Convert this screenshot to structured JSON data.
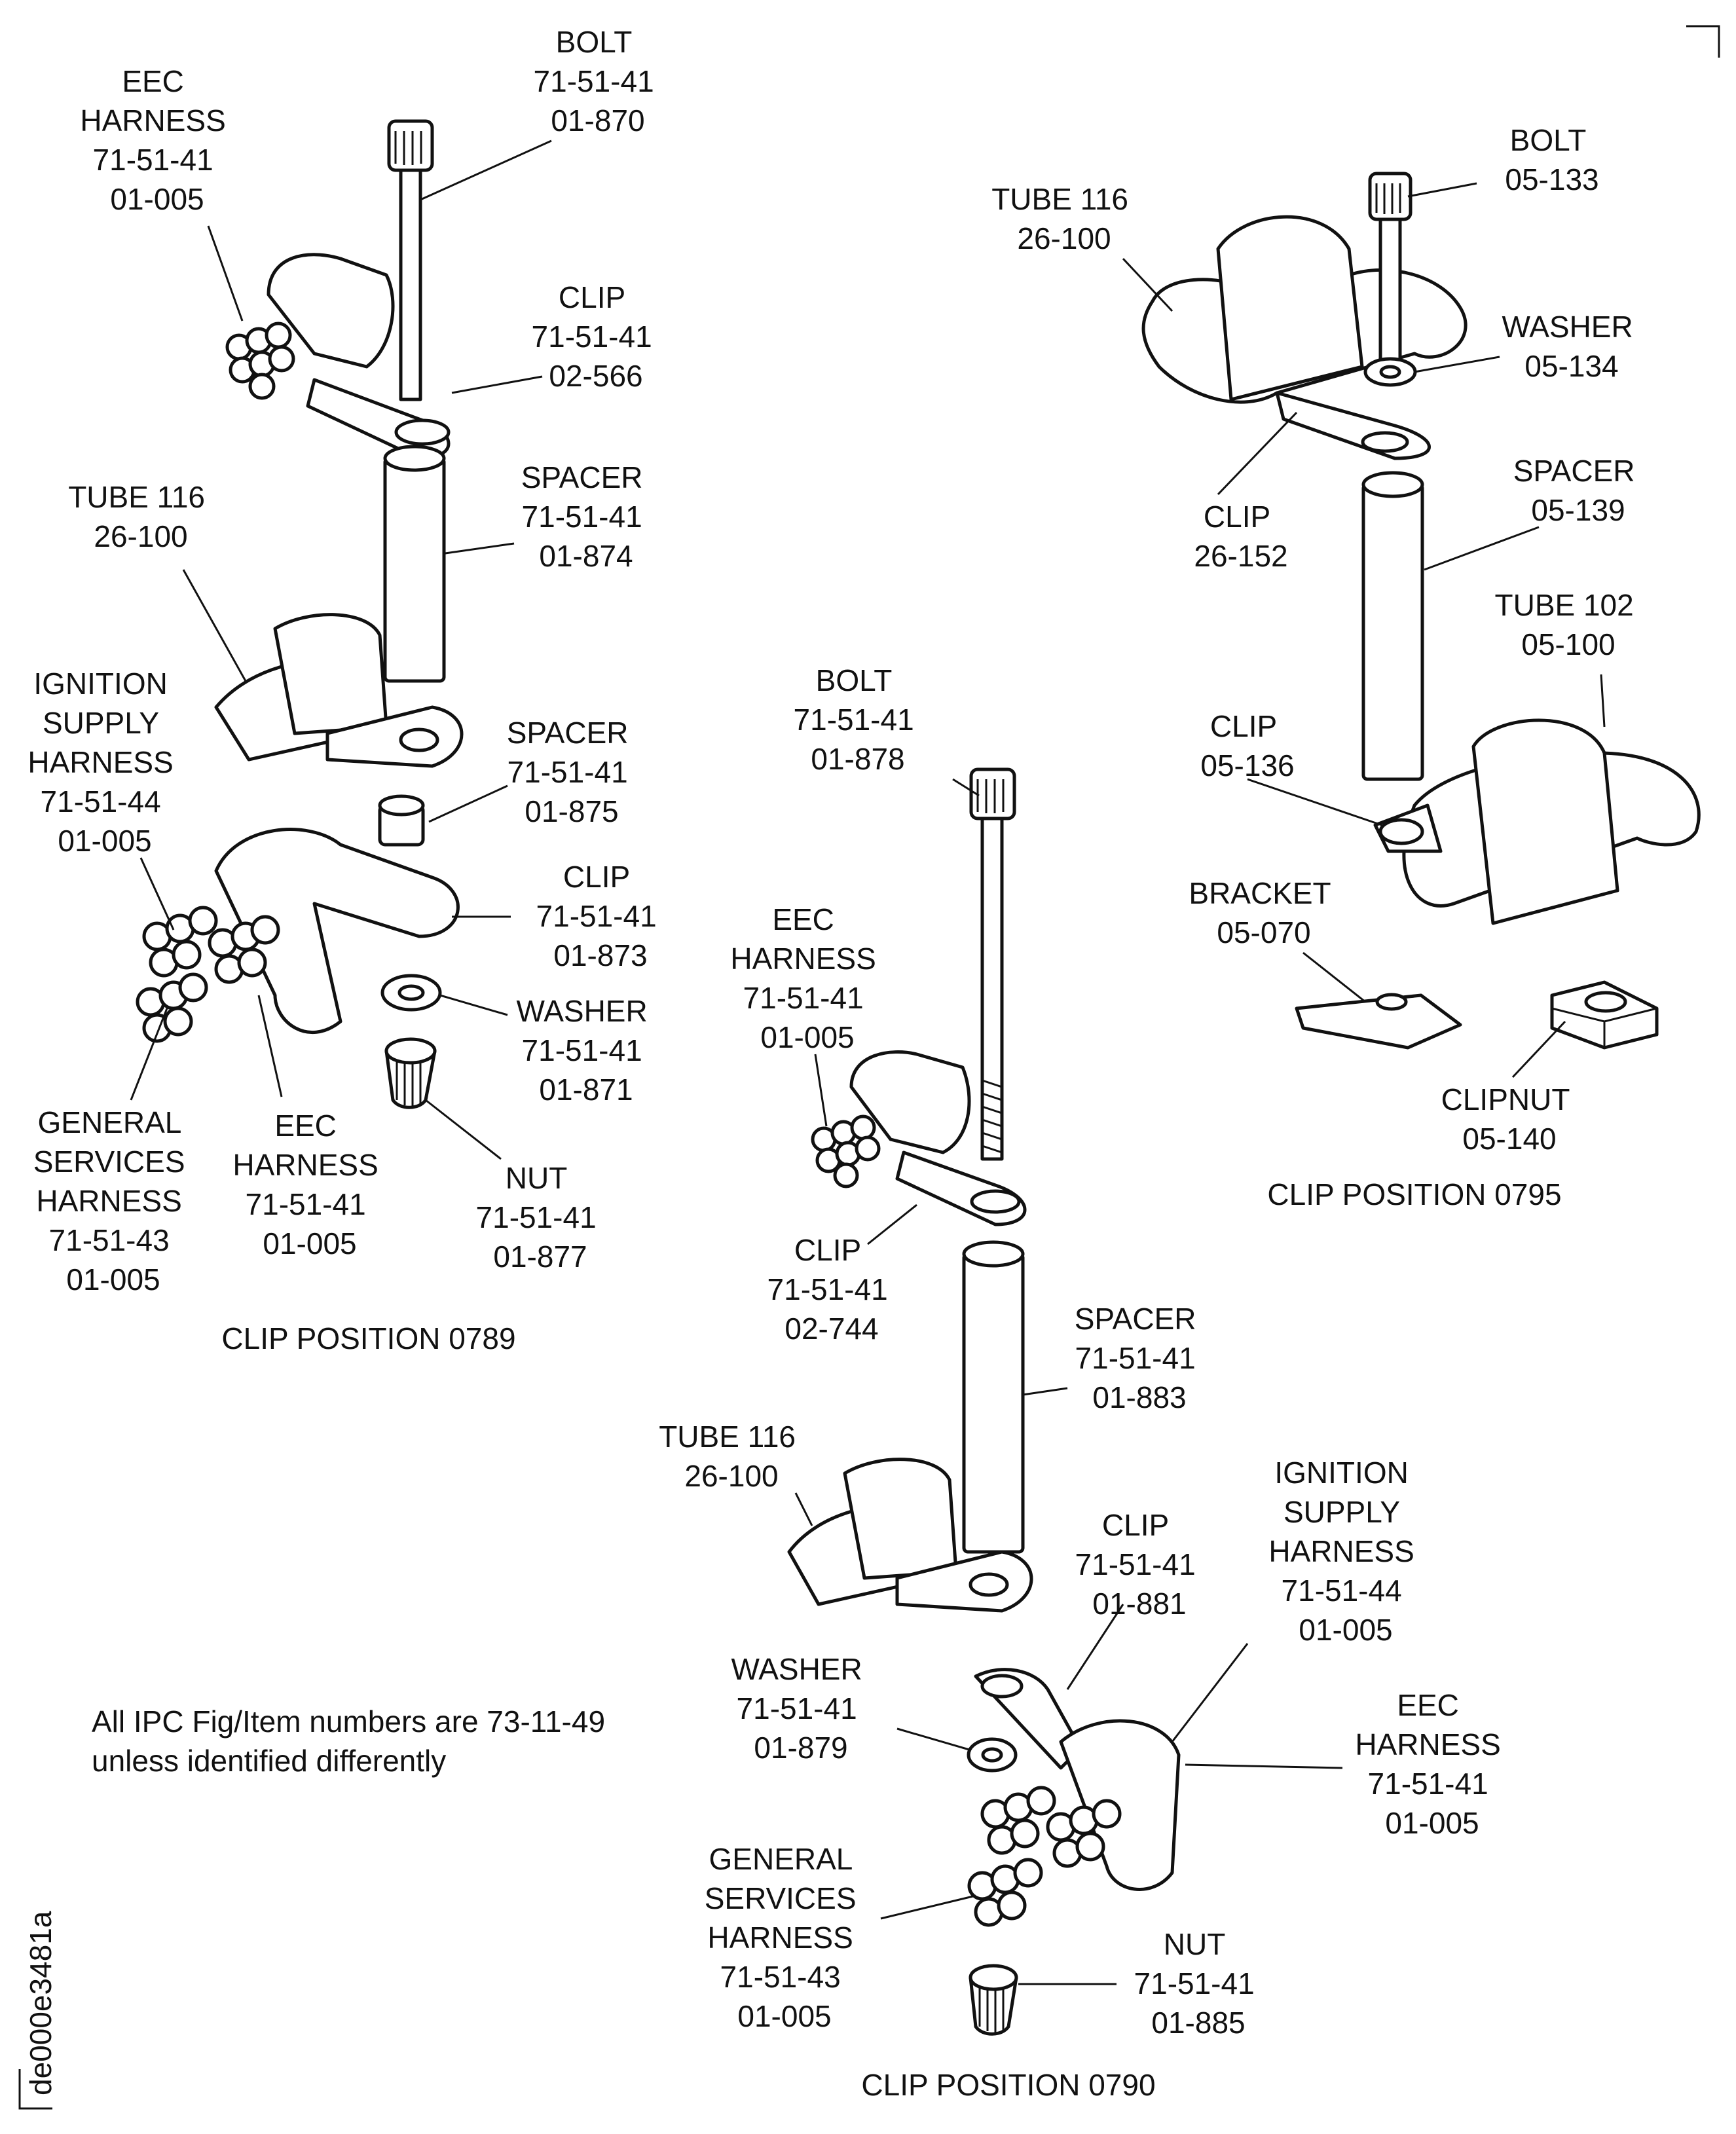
{
  "note": [
    "All IPC Fig/Item numbers are 73-11-49",
    "unless identified differently"
  ],
  "drawing_id": "de000e3481a",
  "positions": [
    {
      "caption": "CLIP POSITION 0789",
      "labels": [
        {
          "id": "bolt",
          "lines": [
            "BOLT",
            "71-51-41",
            "01-870"
          ]
        },
        {
          "id": "eec-harness-top",
          "lines": [
            "EEC",
            "HARNESS",
            "71-51-41",
            "01-005"
          ]
        },
        {
          "id": "clip-566",
          "lines": [
            "CLIP",
            "71-51-41",
            "02-566"
          ]
        },
        {
          "id": "spacer-874",
          "lines": [
            "SPACER",
            "71-51-41",
            "01-874"
          ]
        },
        {
          "id": "tube-116",
          "lines": [
            "TUBE 116",
            "26-100"
          ]
        },
        {
          "id": "ignition-harness",
          "lines": [
            "IGNITION",
            "SUPPLY",
            "HARNESS",
            "71-51-44",
            "01-005"
          ]
        },
        {
          "id": "spacer-875",
          "lines": [
            "SPACER",
            "71-51-41",
            "01-875"
          ]
        },
        {
          "id": "clip-873",
          "lines": [
            "CLIP",
            "71-51-41",
            "01-873"
          ]
        },
        {
          "id": "washer-871",
          "lines": [
            "WASHER",
            "71-51-41",
            "01-871"
          ]
        },
        {
          "id": "nut-877",
          "lines": [
            "NUT",
            "71-51-41",
            "01-877"
          ]
        },
        {
          "id": "general-harness",
          "lines": [
            "GENERAL",
            "SERVICES",
            "HARNESS",
            "71-51-43",
            "01-005"
          ]
        },
        {
          "id": "eec-harness-bottom",
          "lines": [
            "EEC",
            "HARNESS",
            "71-51-41",
            "01-005"
          ]
        }
      ]
    },
    {
      "caption": "CLIP POSITION 0790",
      "labels": [
        {
          "id": "bolt-878",
          "lines": [
            "BOLT",
            "71-51-41",
            "01-878"
          ]
        },
        {
          "id": "eec-harness",
          "lines": [
            "EEC",
            "HARNESS",
            "71-51-41",
            "01-005"
          ]
        },
        {
          "id": "clip-744",
          "lines": [
            "CLIP",
            "71-51-41",
            "02-744"
          ]
        },
        {
          "id": "spacer-883",
          "lines": [
            "SPACER",
            "71-51-41",
            "01-883"
          ]
        },
        {
          "id": "tube-116",
          "lines": [
            "TUBE 116",
            "26-100"
          ]
        },
        {
          "id": "clip-881",
          "lines": [
            "CLIP",
            "71-51-41",
            "01-881"
          ]
        },
        {
          "id": "ignition-harness",
          "lines": [
            "IGNITION",
            "SUPPLY",
            "HARNESS",
            "71-51-44",
            "01-005"
          ]
        },
        {
          "id": "washer-879",
          "lines": [
            "WASHER",
            "71-51-41",
            "01-879"
          ]
        },
        {
          "id": "eec-harness-right",
          "lines": [
            "EEC",
            "HARNESS",
            "71-51-41",
            "01-005"
          ]
        },
        {
          "id": "general-harness",
          "lines": [
            "GENERAL",
            "SERVICES",
            "HARNESS",
            "71-51-43",
            "01-005"
          ]
        },
        {
          "id": "nut-885",
          "lines": [
            "NUT",
            "71-51-41",
            "01-885"
          ]
        }
      ]
    },
    {
      "caption": "CLIP POSITION 0795",
      "labels": [
        {
          "id": "bolt-133",
          "lines": [
            "BOLT",
            "05-133"
          ]
        },
        {
          "id": "tube-116",
          "lines": [
            "TUBE 116",
            "26-100"
          ]
        },
        {
          "id": "washer-134",
          "lines": [
            "WASHER",
            "05-134"
          ]
        },
        {
          "id": "clip-152",
          "lines": [
            "CLIP",
            "26-152"
          ]
        },
        {
          "id": "spacer-139",
          "lines": [
            "SPACER",
            "05-139"
          ]
        },
        {
          "id": "tube-102",
          "lines": [
            "TUBE 102",
            "05-100"
          ]
        },
        {
          "id": "clip-136",
          "lines": [
            "CLIP",
            "05-136"
          ]
        },
        {
          "id": "bracket-070",
          "lines": [
            "BRACKET",
            "05-070"
          ]
        },
        {
          "id": "clipnut-140",
          "lines": [
            "CLIPNUT",
            "05-140"
          ]
        }
      ]
    }
  ]
}
